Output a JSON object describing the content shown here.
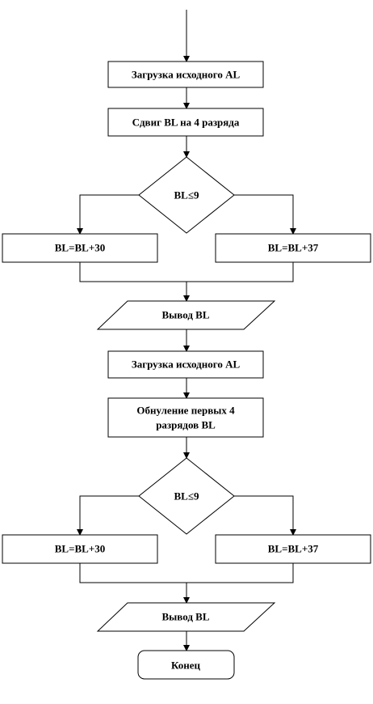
{
  "flowchart": {
    "load_al_1": "Загрузка исходного AL",
    "shift_bl": "Сдвиг BL на 4 разряда",
    "cond_1": "BL≤9",
    "add30_1": "BL=BL+30",
    "add37_1": "BL=BL+37",
    "output_1": "Вывод BL",
    "load_al_2": "Загрузка исходного AL",
    "zero_bits_line1": "Обнуление первых 4",
    "zero_bits_line2": "разрядов BL",
    "cond_2": "BL≤9",
    "add30_2": "BL=BL+30",
    "add37_2": "BL=BL+37",
    "output_2": "Вывод BL",
    "end": "Конец"
  }
}
